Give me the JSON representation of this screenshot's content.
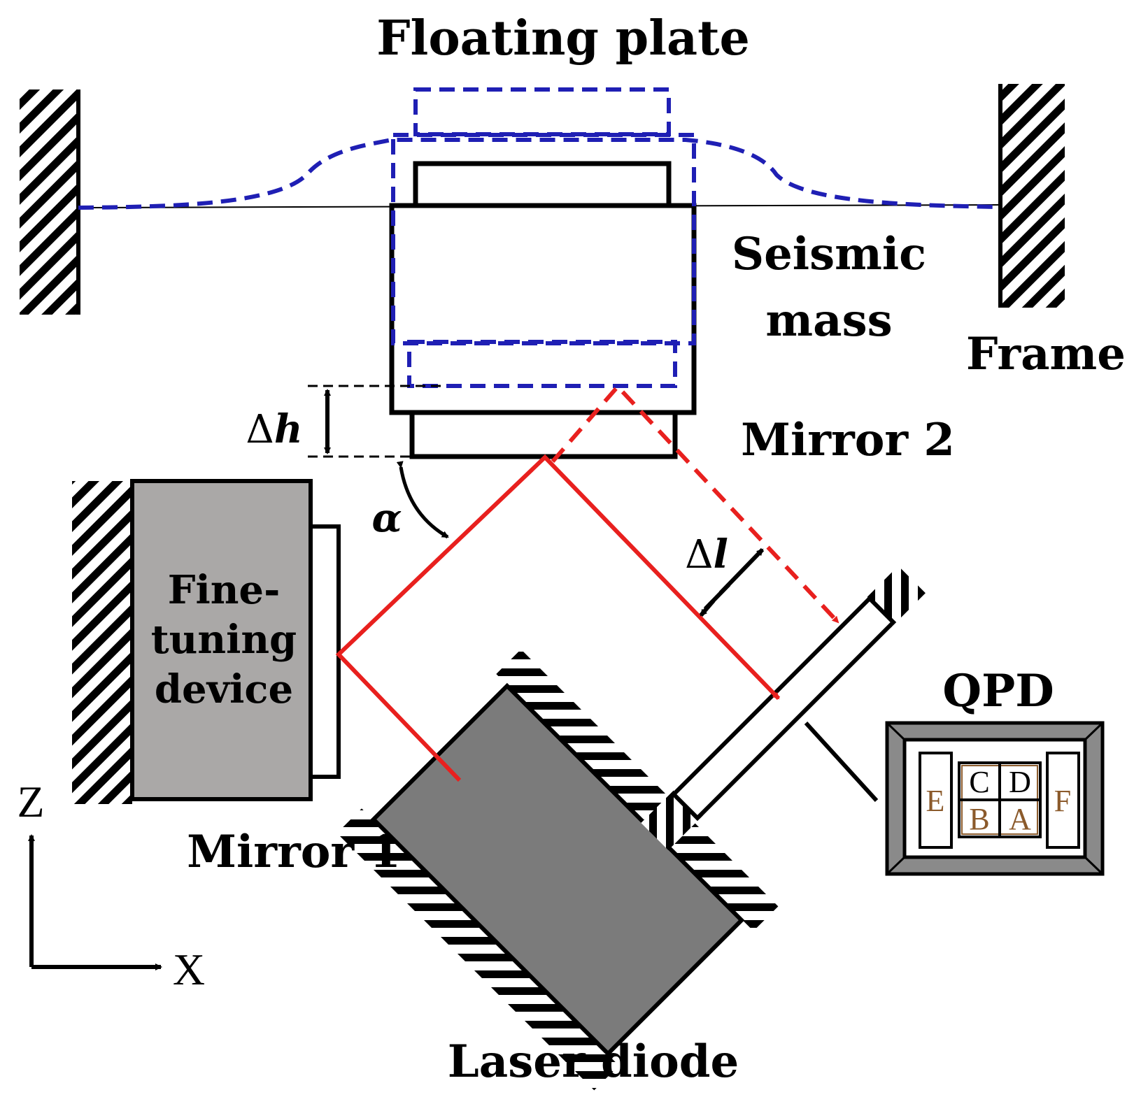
{
  "labels": {
    "floating_plate": "Floating plate",
    "seismic_mass_line1": "Seismic",
    "seismic_mass_line2": "mass",
    "frame": "Frame",
    "mirror2": "Mirror 2",
    "mirror1": "Mirror 1",
    "laser_diode": "Laser diode",
    "fine_tuning_line1": "Fine-",
    "fine_tuning_line2": "tuning",
    "fine_tuning_line3": "device",
    "qpd": "QPD",
    "delta_h_symbol": "Δ",
    "delta_h_var": "h",
    "delta_l_symbol": "Δ",
    "delta_l_var": "l",
    "alpha": "α",
    "axis_z": "Z",
    "axis_x": "X"
  },
  "qpd_cells": {
    "e": "E",
    "f": "F",
    "a": "A",
    "b": "B",
    "c": "C",
    "d": "D"
  },
  "colors": {
    "deflected_outline": "#1f1fb4",
    "laser_beam": "#e8201e",
    "fine_tuning_body": "#aaa8a7",
    "laser_body": "#7b7b7b",
    "qpd_frame": "#8a8a8a",
    "qpd_cell_border": "#8b5a2b"
  }
}
